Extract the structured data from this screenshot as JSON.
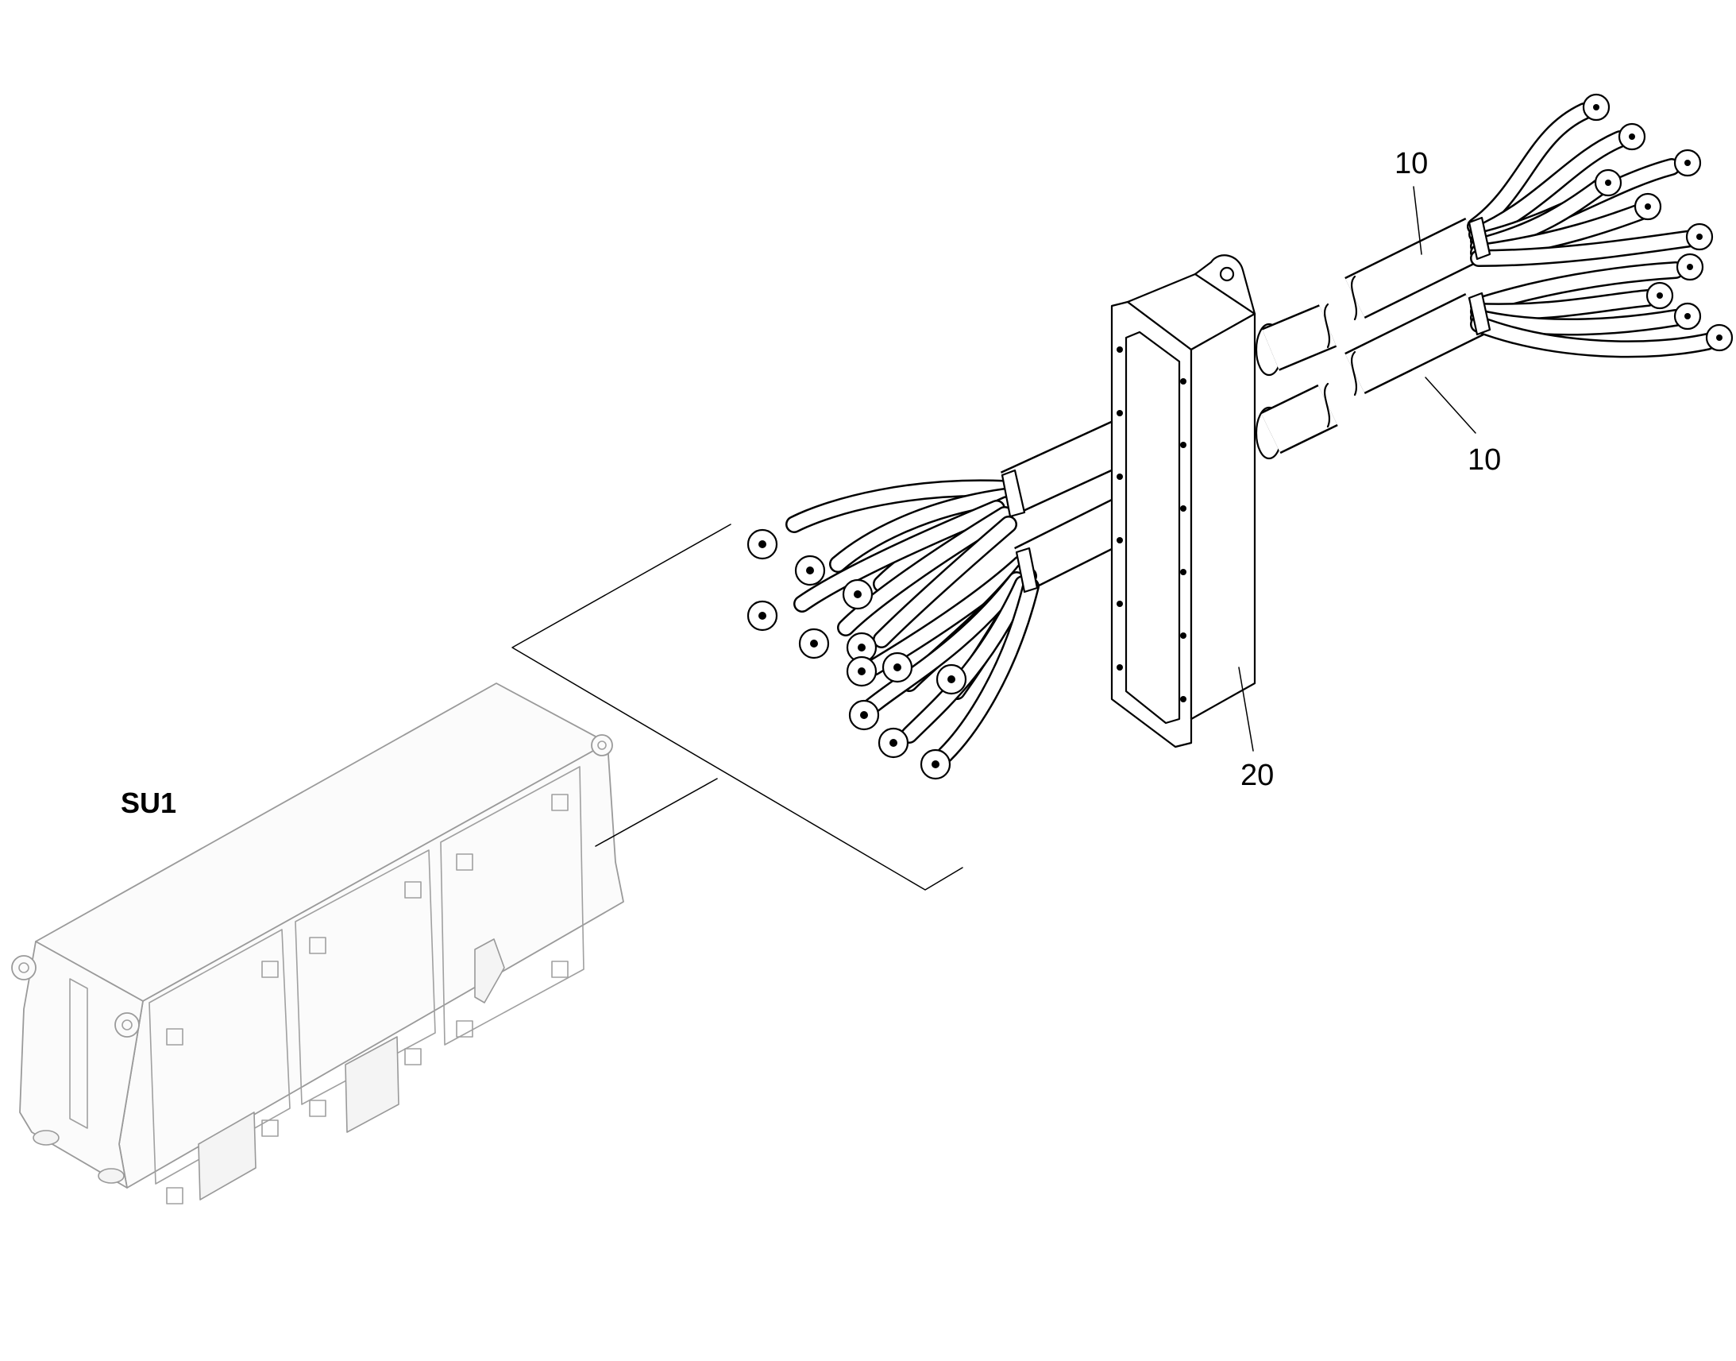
{
  "labels": {
    "assembly": "SU1",
    "cable_upper": "10",
    "cable_lower": "10",
    "gland_plate": "20"
  },
  "icons": [
    "cabinet-icon",
    "gland-plate-icon",
    "cable-harness-icon",
    "cable-lug-icon"
  ],
  "colors": {
    "line": "#000000",
    "background": "#ffffff",
    "ghost_line": "#9a9a9a"
  }
}
